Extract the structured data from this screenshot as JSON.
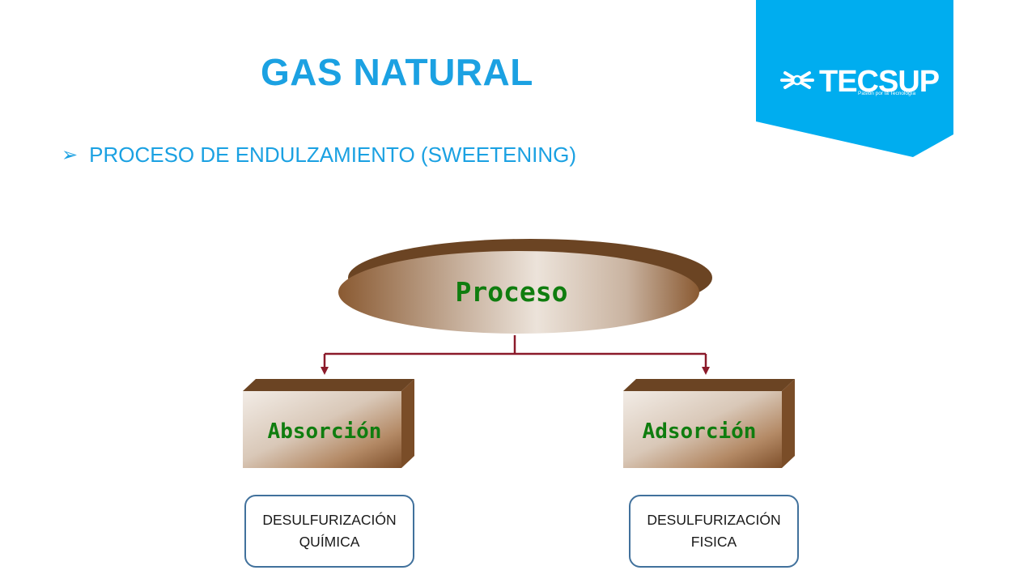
{
  "slide": {
    "title": "GAS NATURAL",
    "bullet_text": "PROCESO DE ENDULZAMIENTO (SWEETENING)",
    "bullet_glyph": "➢"
  },
  "logo": {
    "name": "TECSUP",
    "tagline": "Pasión por la Tecnología"
  },
  "diagram": {
    "root": "Proceso",
    "branches": [
      {
        "label": "Absorción",
        "result_line1": "DESULFURIZACIÓN",
        "result_line2": "QUÍMICA"
      },
      {
        "label": "Adsorción",
        "result_line1": "DESULFURIZACIÓN",
        "result_line2": "FISICA"
      }
    ]
  },
  "colors": {
    "title": "#1ba1e2",
    "bullet_text": "#1ba1e2",
    "logo_banner": "#00adef",
    "node_text": "#0f7d0f",
    "connector": "#8b1a2a",
    "box_border": "#41719c",
    "node_brown_dark": "#7a4d28",
    "node_brown_light": "#e8dfd6"
  },
  "icons": {
    "bullet": "arrow-bullet-icon",
    "logo_mark": "tecsup-star-icon"
  }
}
